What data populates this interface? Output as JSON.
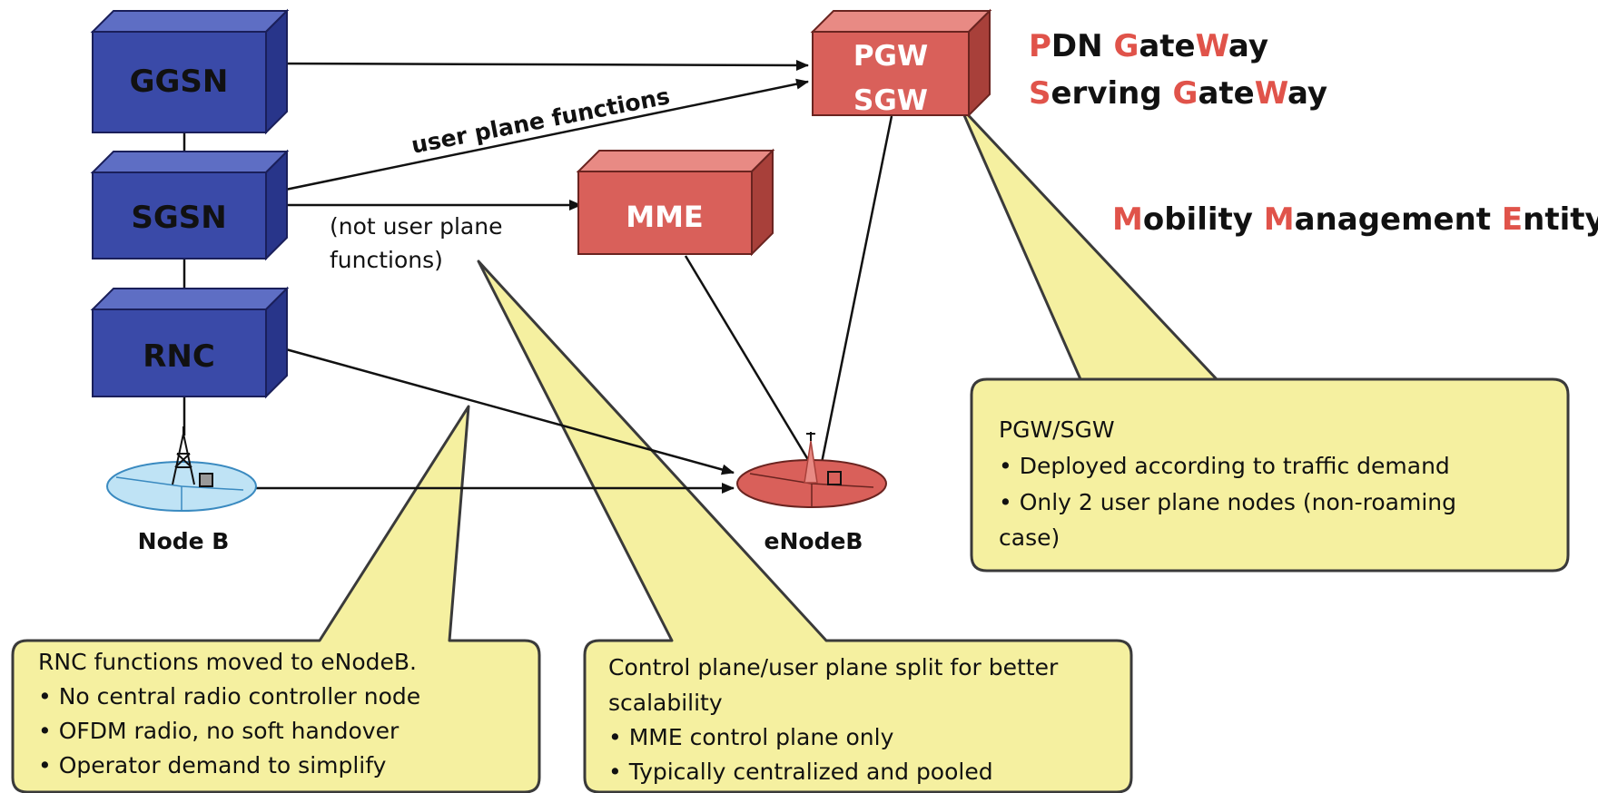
{
  "nodes": {
    "ggsn": "GGSN",
    "sgsn": "SGSN",
    "rnc": "RNC",
    "mme": "MME",
    "pgw": "PGW",
    "sgw": "SGW",
    "node_b": "Node B",
    "enodeb": "eNodeB"
  },
  "edge_labels": {
    "user_plane": "user plane functions",
    "not_user_plane_line1": "(not user plane",
    "not_user_plane_line2": "functions)"
  },
  "acronyms": {
    "pdn": {
      "p1": "P",
      "p2": "DN ",
      "p3": "G",
      "p4": "ate",
      "p5": "W",
      "p6": "ay"
    },
    "serving": {
      "p1": "S",
      "p2": "erving ",
      "p3": "G",
      "p4": "ate",
      "p5": "W",
      "p6": "ay"
    },
    "mobility": {
      "p1": "M",
      "p2": "obility ",
      "p3": "M",
      "p4": "anagement ",
      "p5": "E",
      "p6": "ntity"
    }
  },
  "callouts": {
    "pgw": {
      "line1": "PGW/SGW",
      "line2": "• Deployed according to traffic demand",
      "line3": "• Only 2 user plane nodes (non-roaming",
      "line4": "case)"
    },
    "rnc": {
      "line1": "RNC functions moved to eNodeB.",
      "line2": "• No central radio controller node",
      "line3": "• OFDM radio, no soft handover",
      "line4": "• Operator demand to simplify"
    },
    "mme": {
      "line1": "Control plane/user plane split for better",
      "line2": "scalability",
      "line3": "• MME control plane only",
      "line4": "• Typically centralized and pooled"
    }
  },
  "colors": {
    "legacy_node": "#3a4aa8",
    "epc_node": "#d9605a",
    "callout_fill": "#f5f0a0",
    "accent_text": "#e0534a",
    "node_b_fill": "#bfe3f5",
    "enodeb_fill": "#d9605a"
  }
}
